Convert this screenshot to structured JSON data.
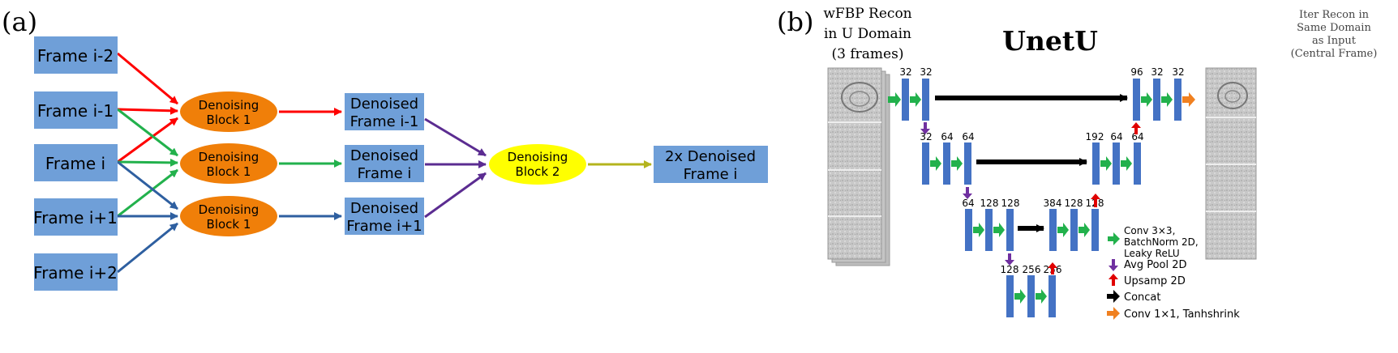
{
  "panel_a": {
    "label": "(a)",
    "frames": [
      "Frame i-2",
      "Frame i-1",
      "Frame i",
      "Frame i+1",
      "Frame i+2"
    ],
    "denoise_block_1": [
      "Denoising",
      "Block 1"
    ],
    "denoised": [
      [
        "Denoised",
        "Frame i-1"
      ],
      [
        "Denoised",
        "Frame i"
      ],
      [
        "Denoised",
        "Frame i+1"
      ]
    ],
    "denoise_block_2": [
      "Denoising",
      "Block 2"
    ],
    "output": [
      "2x Denoised",
      "Frame i"
    ],
    "colors": {
      "box": "#6f9fd8",
      "ellipse1": "#f07f09",
      "ellipse2": "#ffff00",
      "red": "#ff0000",
      "green": "#22b14c",
      "blue": "#2e5fa0",
      "purple": "#5b2c91",
      "olive": "#b4b41e"
    }
  },
  "panel_b": {
    "label": "(b)",
    "title": "UnetU",
    "input_caption": [
      "wFBP Recon",
      "in U Domain",
      "(3 frames)"
    ],
    "output_caption": [
      "Iter Recon in",
      "Same Domain",
      "as Input",
      "(Central Frame)"
    ],
    "channels": {
      "enc1": [
        "32",
        "32"
      ],
      "enc2": [
        "32",
        "64",
        "64"
      ],
      "enc3": [
        "64",
        "128",
        "128"
      ],
      "enc4": [
        "128",
        "256",
        "256"
      ],
      "dec3": [
        "384",
        "128",
        "128"
      ],
      "dec2": [
        "192",
        "64",
        "64"
      ],
      "dec1": [
        "96",
        "32",
        "32"
      ]
    },
    "legend": [
      {
        "icon": "green-arrow-icon",
        "color": "#22b14c",
        "lines": [
          "Conv 3×3,",
          "BatchNorm 2D,",
          "Leaky ReLU"
        ]
      },
      {
        "icon": "purple-arrow-icon",
        "color": "#7030a0",
        "lines": [
          "Avg Pool 2D"
        ]
      },
      {
        "icon": "red-arrow-icon",
        "color": "#e00000",
        "lines": [
          "Upsamp 2D"
        ]
      },
      {
        "icon": "black-arrow-icon",
        "color": "#000000",
        "lines": [
          "Concat"
        ]
      },
      {
        "icon": "orange-arrow-icon",
        "color": "#f08020",
        "lines": [
          "Conv 1×1, Tanhshrink"
        ]
      }
    ],
    "colors": {
      "bar": "#4472c4",
      "green": "#22b14c",
      "purple": "#7030a0",
      "red": "#e00000",
      "black": "#000000",
      "orange": "#f08020"
    }
  }
}
